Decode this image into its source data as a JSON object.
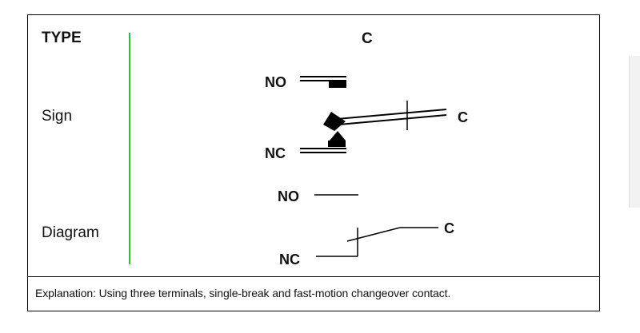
{
  "table": {
    "type_label": "TYPE",
    "type_value": "C",
    "sign_label": "Sign",
    "diagram_label": "Diagram",
    "explanation": "Explanation: Using three terminals, single-break and fast-motion changeover contact."
  },
  "sign": {
    "no_label": "NO",
    "nc_label": "NC",
    "c_label": "C"
  },
  "diagram": {
    "no_label": "NO",
    "nc_label": "NC",
    "c_label": "C"
  }
}
